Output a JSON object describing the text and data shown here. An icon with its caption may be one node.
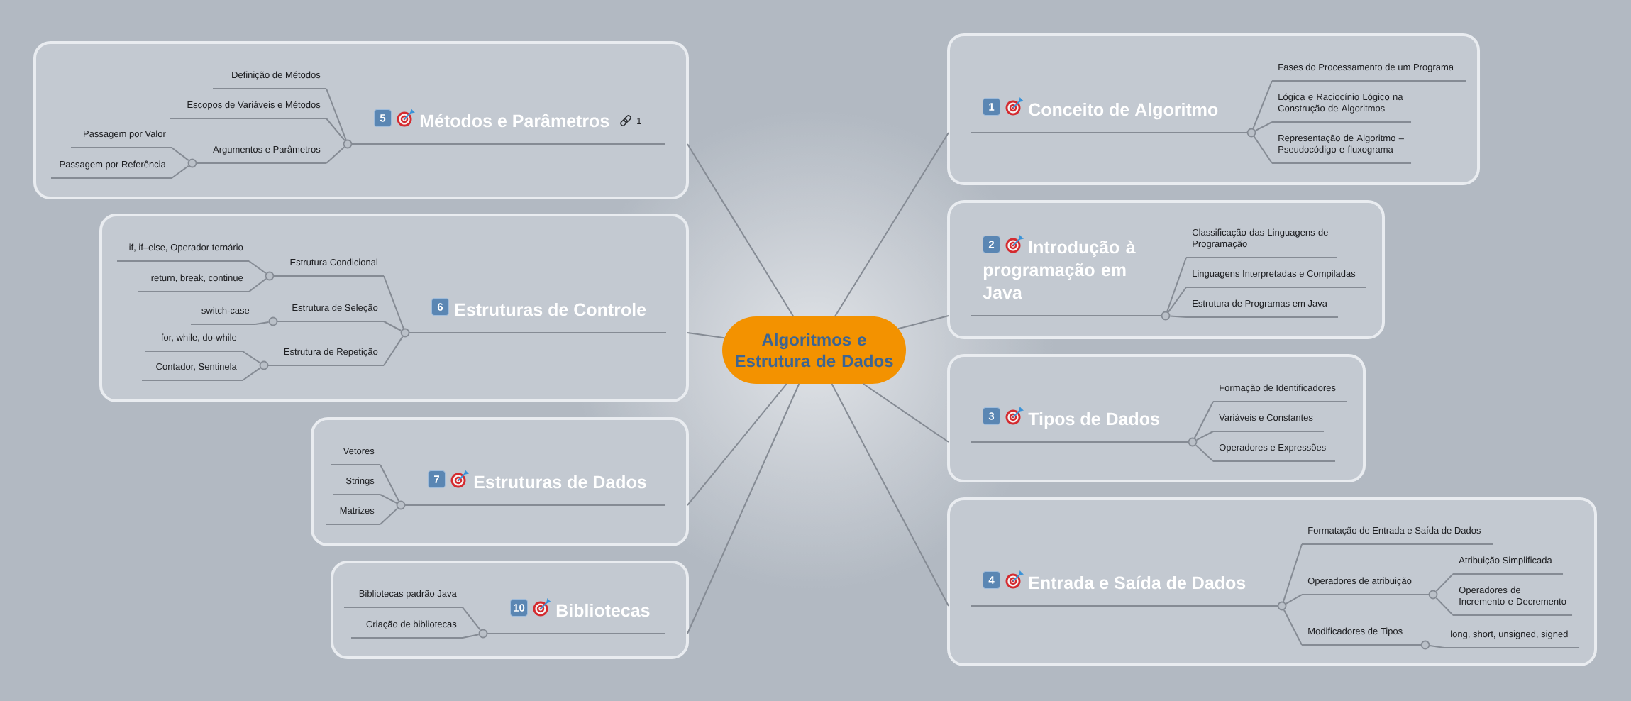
{
  "diagram": {
    "nodes": [
      {
        "text": [
          "Algoritmos e Estrutura de Dados"
        ]
      },
      {
        "text": [],
        "shape": "box"
      },
      {
        "text": [
          "1",
          "Conceito de Algoritmo"
        ],
        "in": 1
      },
      {
        "text": [
          "Fases do Processamento de um Programa"
        ],
        "in": 1
      },
      {
        "text": [
          "Lógica e Raciocínio Lógico na Construção de Algoritmos"
        ],
        "in": 1
      },
      {
        "text": [
          "Representação de Algoritmo – Pseudocódigo e fluxograma"
        ],
        "in": 1
      },
      {
        "text": [],
        "shape": "box"
      },
      {
        "text": [
          "2",
          "Introdução à programação em Java"
        ],
        "in": 6
      },
      {
        "text": [
          "Classificação das Linguagens de Programação"
        ],
        "in": 6
      },
      {
        "text": [
          "Linguagens Interpretadas e Compiladas"
        ],
        "in": 6
      },
      {
        "text": [
          "Estrutura de Programas em Java"
        ],
        "in": 6
      },
      {
        "text": [],
        "shape": "box"
      },
      {
        "text": [
          "3",
          "Tipos de Dados"
        ],
        "in": 11
      },
      {
        "text": [
          "Formação de Identificadores"
        ],
        "in": 11
      },
      {
        "text": [
          "Variáveis e Constantes"
        ],
        "in": 11
      },
      {
        "text": [
          "Operadores e Expressões"
        ],
        "in": 11
      },
      {
        "text": [],
        "shape": "box"
      },
      {
        "text": [
          "4",
          "Entrada e Saída de Dados"
        ],
        "in": 16
      },
      {
        "text": [
          "Formatação de Entrada e Saída de Dados"
        ],
        "in": 16
      },
      {
        "text": [
          "Operadores de atribuição"
        ],
        "in": 16
      },
      {
        "text": [
          "Atribuição Simplificada"
        ],
        "in": 16
      },
      {
        "text": [
          "Operadores de Incremento e Decremento"
        ],
        "in": 16
      },
      {
        "text": [
          "Modificadores de Tipos"
        ],
        "in": 16
      },
      {
        "text": [
          "long, short, unsigned, signed"
        ],
        "in": 16
      },
      {
        "text": [],
        "shape": "box"
      },
      {
        "text": [
          "5",
          "Métodos e Parâmetros",
          "1"
        ],
        "in": 24
      },
      {
        "text": [
          "Definição de Métodos"
        ],
        "in": 24
      },
      {
        "text": [
          "Escopos de Variáveis e Métodos"
        ],
        "in": 24
      },
      {
        "text": [
          "Argumentos e Parâmetros"
        ],
        "in": 24
      },
      {
        "text": [
          "Passagem por Valor"
        ],
        "in": 24
      },
      {
        "text": [
          "Passagem por Referência"
        ],
        "in": 24
      },
      {
        "text": [],
        "shape": "box"
      },
      {
        "text": [
          "6",
          "Estruturas de Controle"
        ],
        "in": 31
      },
      {
        "text": [
          "Estrutura Condicional"
        ],
        "in": 31
      },
      {
        "text": [
          "if, if–else, Operador ternário"
        ],
        "in": 31
      },
      {
        "text": [
          "return, break, continue"
        ],
        "in": 31
      },
      {
        "text": [
          "Estrutura de Seleção"
        ],
        "in": 31
      },
      {
        "text": [
          "switch-case"
        ],
        "in": 31
      },
      {
        "text": [
          "Estrutura de Repetição"
        ],
        "in": 31
      },
      {
        "text": [
          "for, while, do-while"
        ],
        "in": 31
      },
      {
        "text": [
          "Contador, Sentinela"
        ],
        "in": 31
      },
      {
        "text": [],
        "shape": "box"
      },
      {
        "text": [
          "7",
          "Estruturas de Dados"
        ],
        "in": 41
      },
      {
        "text": [
          "Vetores"
        ],
        "in": 41
      },
      {
        "text": [
          "Strings"
        ],
        "in": 41
      },
      {
        "text": [
          "Matrizes"
        ],
        "in": 41
      },
      {
        "text": [],
        "shape": "box"
      },
      {
        "text": [
          "10",
          "Bibliotecas"
        ],
        "in": 46
      },
      {
        "text": [
          "Bibliotecas padrão Java"
        ],
        "in": 46
      },
      {
        "text": [
          "Criação de bibliotecas"
        ],
        "in": 46
      }
    ],
    "edges": [
      {
        "from": 0,
        "to": 1,
        "arrow": "none"
      },
      {
        "from": 0,
        "to": 6,
        "arrow": "none"
      },
      {
        "from": 0,
        "to": 11,
        "arrow": "none"
      },
      {
        "from": 0,
        "to": 16,
        "arrow": "none"
      },
      {
        "from": 0,
        "to": 24,
        "arrow": "none"
      },
      {
        "from": 0,
        "to": 31,
        "arrow": "none"
      },
      {
        "from": 0,
        "to": 41,
        "arrow": "none"
      },
      {
        "from": 0,
        "to": 46,
        "arrow": "none"
      },
      {
        "from": 2,
        "to": 3,
        "arrow": "none"
      },
      {
        "from": 2,
        "to": 4,
        "arrow": "none"
      },
      {
        "from": 2,
        "to": 5,
        "arrow": "none"
      },
      {
        "from": 7,
        "to": 8,
        "arrow": "none"
      },
      {
        "from": 7,
        "to": 9,
        "arrow": "none"
      },
      {
        "from": 7,
        "to": 10,
        "arrow": "none"
      },
      {
        "from": 12,
        "to": 13,
        "arrow": "none"
      },
      {
        "from": 12,
        "to": 14,
        "arrow": "none"
      },
      {
        "from": 12,
        "to": 15,
        "arrow": "none"
      },
      {
        "from": 17,
        "to": 18,
        "arrow": "none"
      },
      {
        "from": 17,
        "to": 19,
        "arrow": "none"
      },
      {
        "from": 19,
        "to": 20,
        "arrow": "none"
      },
      {
        "from": 19,
        "to": 21,
        "arrow": "none"
      },
      {
        "from": 17,
        "to": 22,
        "arrow": "none"
      },
      {
        "from": 22,
        "to": 23,
        "arrow": "none"
      },
      {
        "from": 25,
        "to": 26,
        "arrow": "none"
      },
      {
        "from": 25,
        "to": 27,
        "arrow": "none"
      },
      {
        "from": 25,
        "to": 28,
        "arrow": "none"
      },
      {
        "from": 28,
        "to": 29,
        "arrow": "none"
      },
      {
        "from": 28,
        "to": 30,
        "arrow": "none"
      },
      {
        "from": 32,
        "to": 33,
        "arrow": "none"
      },
      {
        "from": 33,
        "to": 34,
        "arrow": "none"
      },
      {
        "from": 33,
        "to": 35,
        "arrow": "none"
      },
      {
        "from": 32,
        "to": 36,
        "arrow": "none"
      },
      {
        "from": 36,
        "to": 37,
        "arrow": "none"
      },
      {
        "from": 32,
        "to": 38,
        "arrow": "none"
      },
      {
        "from": 38,
        "to": 39,
        "arrow": "none"
      },
      {
        "from": 38,
        "to": 40,
        "arrow": "none"
      },
      {
        "from": 42,
        "to": 43,
        "arrow": "none"
      },
      {
        "from": 42,
        "to": 44,
        "arrow": "none"
      },
      {
        "from": 42,
        "to": 45,
        "arrow": "none"
      },
      {
        "from": 47,
        "to": 48,
        "arrow": "none"
      },
      {
        "from": 47,
        "to": 49,
        "arrow": "none"
      }
    ]
  }
}
